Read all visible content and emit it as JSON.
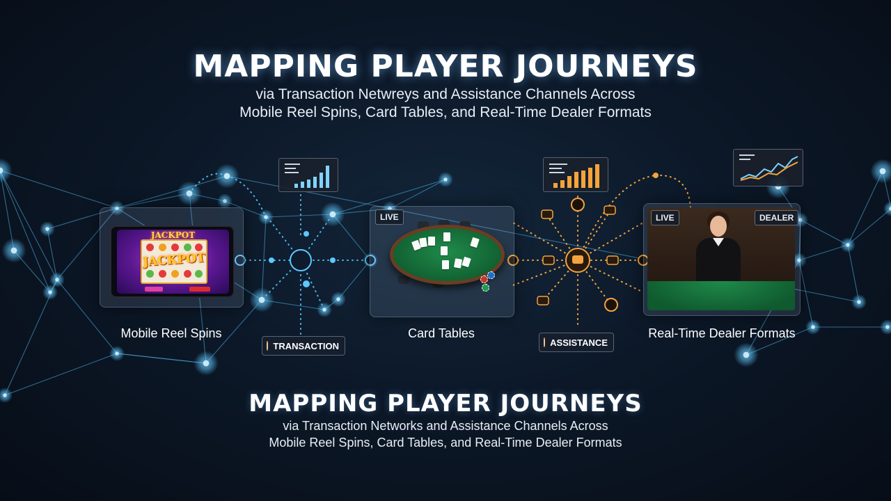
{
  "header": {
    "title": "MAPPING PLAYER JOURNEYS",
    "subtitle_line1": "via Transaction Netwreys and Assistance Channels Across",
    "subtitle_line2": "Mobile Reel Spins, Card Tables, and Real-Time Dealer Formats"
  },
  "footer": {
    "title": "MAPPING PLAYER JOURNEYS",
    "subtitle_line1": "via Transaction Networks and Assistance Channels Across",
    "subtitle_line2": "Mobile Reel Spins, Card Tables, and Real-Time Dealer Formats"
  },
  "nodes": {
    "mobile": {
      "label": "Mobile Reel Spins",
      "logo_top": "JACKPOT",
      "logo_mid": "JACKPOT"
    },
    "cards": {
      "label": "Card Tables",
      "badge": "LIVE"
    },
    "dealer": {
      "label": "Real-Time Dealer Formats",
      "badge_left": "LIVE",
      "badge_right": "DEALER"
    }
  },
  "channels": {
    "transaction": {
      "label": "TRANSACTION",
      "icon": "coin-icon"
    },
    "assistance": {
      "label": "ASSISTANCE",
      "icon": "chat-icon"
    }
  },
  "colors": {
    "network_blue": "#5cc8ff",
    "transaction_orange": "#f3922a",
    "bar_blue": "#7fd3ff",
    "bar_orange": "#f5a43a"
  }
}
